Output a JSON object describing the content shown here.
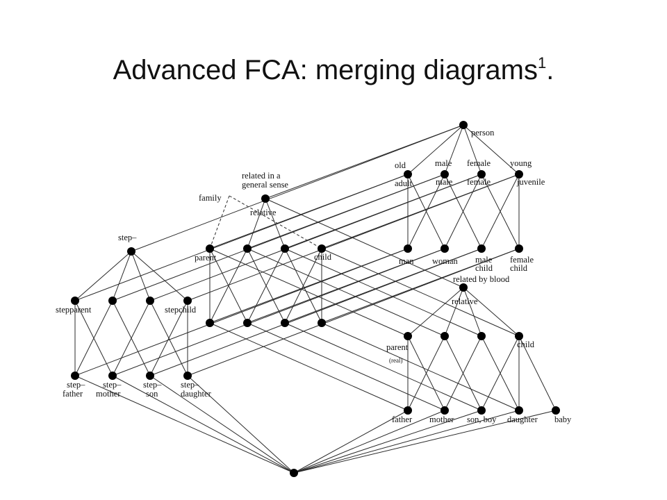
{
  "title": "Advanced FCA: merging diagrams",
  "title_footnote": "1",
  "nodes": [
    {
      "id": "top",
      "label": ""
    },
    {
      "id": "p_old",
      "label": ""
    },
    {
      "id": "p_male",
      "label": ""
    },
    {
      "id": "p_female",
      "label": ""
    },
    {
      "id": "p_young",
      "label": ""
    },
    {
      "id": "p_man",
      "label": ""
    },
    {
      "id": "p_woman",
      "label": ""
    },
    {
      "id": "p_malechild",
      "label": ""
    },
    {
      "id": "p_femalechild",
      "label": ""
    },
    {
      "id": "rel_top",
      "label": ""
    },
    {
      "id": "rg_parent",
      "label": ""
    },
    {
      "id": "rg_2",
      "label": ""
    },
    {
      "id": "rg_3",
      "label": ""
    },
    {
      "id": "rg_child",
      "label": ""
    },
    {
      "id": "rg_l1",
      "label": ""
    },
    {
      "id": "rg_l2",
      "label": ""
    },
    {
      "id": "rg_l3",
      "label": ""
    },
    {
      "id": "rg_l4",
      "label": ""
    },
    {
      "id": "step_top",
      "label": ""
    },
    {
      "id": "s_parent",
      "label": ""
    },
    {
      "id": "s_2",
      "label": ""
    },
    {
      "id": "s_3",
      "label": ""
    },
    {
      "id": "s_child",
      "label": ""
    },
    {
      "id": "s_father",
      "label": ""
    },
    {
      "id": "s_mother",
      "label": ""
    },
    {
      "id": "s_son",
      "label": ""
    },
    {
      "id": "s_daughter",
      "label": ""
    },
    {
      "id": "rb_top",
      "label": ""
    },
    {
      "id": "rb_parent",
      "label": ""
    },
    {
      "id": "rb_2",
      "label": ""
    },
    {
      "id": "rb_3",
      "label": ""
    },
    {
      "id": "rb_child",
      "label": ""
    },
    {
      "id": "rb_father",
      "label": ""
    },
    {
      "id": "rb_mother",
      "label": ""
    },
    {
      "id": "rb_son",
      "label": ""
    },
    {
      "id": "rb_daughter",
      "label": ""
    },
    {
      "id": "rb_baby",
      "label": ""
    },
    {
      "id": "bottom",
      "label": ""
    }
  ],
  "labels": [
    {
      "id": "lbl-person",
      "text": "person"
    },
    {
      "id": "lbl-old",
      "text": "old"
    },
    {
      "id": "lbl-male-top",
      "text": "male"
    },
    {
      "id": "lbl-female-top",
      "text": "female"
    },
    {
      "id": "lbl-young",
      "text": "young"
    },
    {
      "id": "lbl-adult",
      "text": "adult"
    },
    {
      "id": "lbl-male",
      "text": "male"
    },
    {
      "id": "lbl-female",
      "text": "female"
    },
    {
      "id": "lbl-juvenile",
      "text": "juvenile"
    },
    {
      "id": "lbl-man",
      "text": "man"
    },
    {
      "id": "lbl-woman",
      "text": "woman"
    },
    {
      "id": "lbl-male-child-1",
      "text": "male"
    },
    {
      "id": "lbl-male-child-2",
      "text": "child"
    },
    {
      "id": "lbl-female-child-1",
      "text": "female"
    },
    {
      "id": "lbl-female-child-2",
      "text": "child"
    },
    {
      "id": "lbl-related-general-1",
      "text": "related in a"
    },
    {
      "id": "lbl-related-general-2",
      "text": "general sense"
    },
    {
      "id": "lbl-family",
      "text": "family"
    },
    {
      "id": "lbl-relative",
      "text": "relative"
    },
    {
      "id": "lbl-parent",
      "text": "parent"
    },
    {
      "id": "lbl-child",
      "text": "child"
    },
    {
      "id": "lbl-step",
      "text": "step–"
    },
    {
      "id": "lbl-stepparent",
      "text": "stepparent"
    },
    {
      "id": "lbl-stepchild",
      "text": "stepchild"
    },
    {
      "id": "lbl-step-father-1",
      "text": "step–"
    },
    {
      "id": "lbl-step-father-2",
      "text": "father"
    },
    {
      "id": "lbl-step-mother-1",
      "text": "step–"
    },
    {
      "id": "lbl-step-mother-2",
      "text": "mother"
    },
    {
      "id": "lbl-step-son-1",
      "text": "step–"
    },
    {
      "id": "lbl-step-son-2",
      "text": "son"
    },
    {
      "id": "lbl-step-daughter-1",
      "text": "step–"
    },
    {
      "id": "lbl-step-daughter-2",
      "text": "daughter"
    },
    {
      "id": "lbl-related-blood",
      "text": "related by blood"
    },
    {
      "id": "lbl-relative-blood",
      "text": "relative"
    },
    {
      "id": "lbl-parent-real",
      "text": "parent"
    },
    {
      "id": "lbl-real",
      "text": "(real)"
    },
    {
      "id": "lbl-child-blood",
      "text": "child"
    },
    {
      "id": "lbl-father",
      "text": "father"
    },
    {
      "id": "lbl-mother",
      "text": "mother"
    },
    {
      "id": "lbl-son-boy",
      "text": "son, boy"
    },
    {
      "id": "lbl-daughter",
      "text": "daughter"
    },
    {
      "id": "lbl-baby",
      "text": "baby"
    }
  ],
  "edges": [
    [
      "top",
      "p_old"
    ],
    [
      "top",
      "p_male"
    ],
    [
      "top",
      "p_female"
    ],
    [
      "top",
      "p_young"
    ],
    [
      "top",
      "rel_top"
    ],
    [
      "top",
      "step_top"
    ],
    [
      "p_old",
      "p_man"
    ],
    [
      "p_old",
      "p_woman"
    ],
    [
      "p_male",
      "p_man"
    ],
    [
      "p_male",
      "p_malechild"
    ],
    [
      "p_female",
      "p_woman"
    ],
    [
      "p_female",
      "p_femalechild"
    ],
    [
      "p_young",
      "p_malechild"
    ],
    [
      "p_young",
      "p_femalechild"
    ],
    [
      "rel_top",
      "rg_parent"
    ],
    [
      "rel_top",
      "rg_2"
    ],
    [
      "rel_top",
      "rg_3"
    ],
    [
      "rel_top",
      "rg_child"
    ],
    [
      "rg_parent",
      "rg_l1"
    ],
    [
      "rg_parent",
      "rg_l2"
    ],
    [
      "rg_2",
      "rg_l1"
    ],
    [
      "rg_2",
      "rg_l3"
    ],
    [
      "rg_3",
      "rg_l2"
    ],
    [
      "rg_3",
      "rg_l4"
    ],
    [
      "rg_child",
      "rg_l3"
    ],
    [
      "rg_child",
      "rg_l4"
    ],
    [
      "step_top",
      "s_parent"
    ],
    [
      "step_top",
      "s_2"
    ],
    [
      "step_top",
      "s_3"
    ],
    [
      "step_top",
      "s_child"
    ],
    [
      "s_parent",
      "s_father"
    ],
    [
      "s_parent",
      "s_mother"
    ],
    [
      "s_2",
      "s_father"
    ],
    [
      "s_2",
      "s_son"
    ],
    [
      "s_3",
      "s_mother"
    ],
    [
      "s_3",
      "s_daughter"
    ],
    [
      "s_child",
      "s_son"
    ],
    [
      "s_child",
      "s_daughter"
    ],
    [
      "rb_top",
      "rb_parent"
    ],
    [
      "rb_top",
      "rb_2"
    ],
    [
      "rb_top",
      "rb_3"
    ],
    [
      "rb_top",
      "rb_child"
    ],
    [
      "rb_parent",
      "rb_father"
    ],
    [
      "rb_parent",
      "rb_mother"
    ],
    [
      "rb_2",
      "rb_father"
    ],
    [
      "rb_2",
      "rb_son"
    ],
    [
      "rb_3",
      "rb_mother"
    ],
    [
      "rb_3",
      "rb_daughter"
    ],
    [
      "rb_child",
      "rb_son"
    ],
    [
      "rb_child",
      "rb_daughter"
    ],
    [
      "rb_child",
      "rb_baby"
    ],
    [
      "rel_top",
      "rb_top"
    ],
    [
      "rg_parent",
      "rb_parent"
    ],
    [
      "rg_2",
      "rb_2"
    ],
    [
      "rg_3",
      "rb_3"
    ],
    [
      "rg_child",
      "rb_child"
    ],
    [
      "rg_l1",
      "rb_father"
    ],
    [
      "rg_l2",
      "rb_mother"
    ],
    [
      "rg_l3",
      "rb_son"
    ],
    [
      "rg_l4",
      "rb_daughter"
    ],
    [
      "p_old",
      "s_parent"
    ],
    [
      "p_male",
      "s_2"
    ],
    [
      "p_female",
      "s_3"
    ],
    [
      "p_young",
      "s_child"
    ],
    [
      "p_man",
      "s_father"
    ],
    [
      "p_woman",
      "s_mother"
    ],
    [
      "p_malechild",
      "s_son"
    ],
    [
      "p_femalechild",
      "s_daughter"
    ],
    [
      "p_old",
      "rg_parent"
    ],
    [
      "p_male",
      "rg_2"
    ],
    [
      "p_female",
      "rg_3"
    ],
    [
      "p_young",
      "rg_child"
    ],
    [
      "p_man",
      "rg_l1"
    ],
    [
      "p_woman",
      "rg_l2"
    ],
    [
      "p_malechild",
      "rg_l3"
    ],
    [
      "p_femalechild",
      "rg_l4"
    ],
    [
      "s_father",
      "bottom"
    ],
    [
      "s_mother",
      "bottom"
    ],
    [
      "s_son",
      "bottom"
    ],
    [
      "s_daughter",
      "bottom"
    ],
    [
      "rb_father",
      "bottom"
    ],
    [
      "rb_mother",
      "bottom"
    ],
    [
      "rb_son",
      "bottom"
    ],
    [
      "rb_daughter",
      "bottom"
    ],
    [
      "rb_baby",
      "bottom"
    ]
  ],
  "dashed_edges": [
    [
      "rel_top",
      "rg_parent"
    ],
    [
      "rel_top",
      "rg_child"
    ]
  ]
}
